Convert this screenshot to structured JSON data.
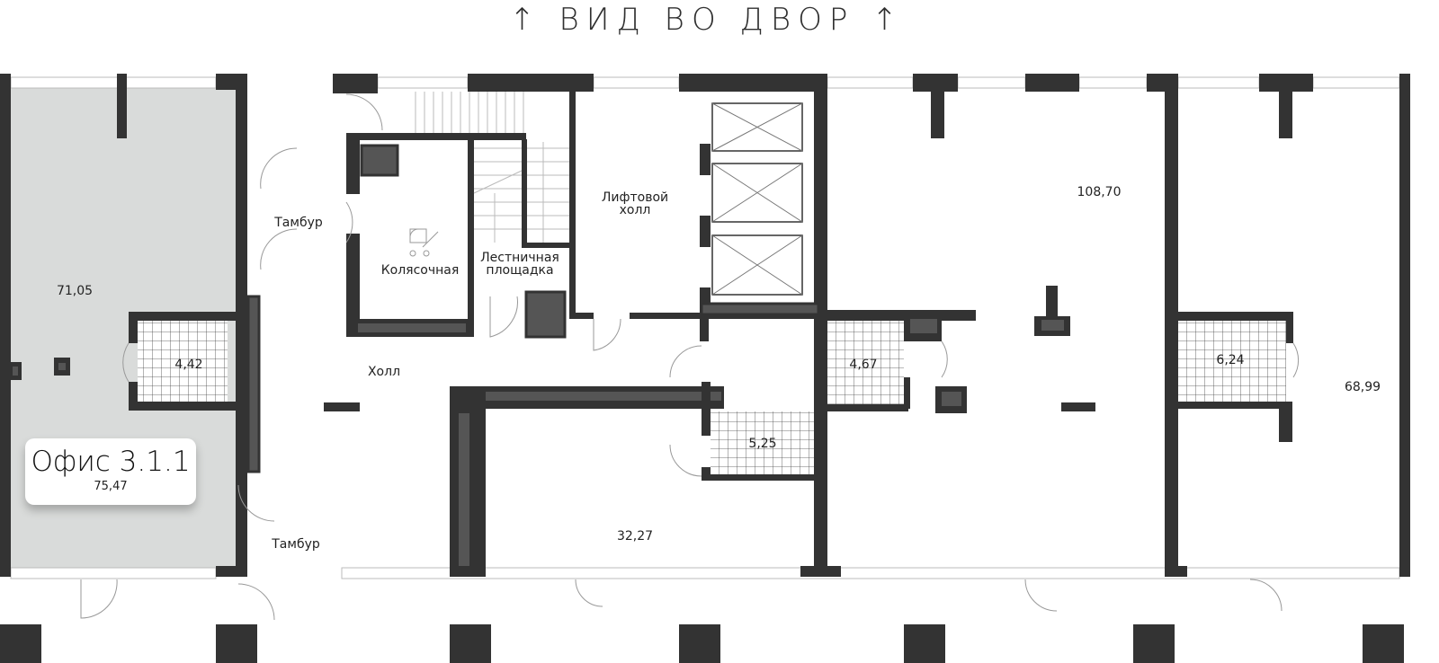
{
  "header": {
    "arrow_left": "↑",
    "title": "ВИД ВО ДВОР",
    "arrow_right": "↑"
  },
  "office_card": {
    "name": "Офис 3.1.1",
    "area": "75,47"
  },
  "rooms": {
    "office_main": "71,05",
    "office_wc": "4,42",
    "tambur_top": "Тамбур",
    "stroller_room": "Колясочная",
    "stair_landing_1": "Лестничная",
    "stair_landing_2": "площадка",
    "lift_hall_1": "Лифтовой",
    "lift_hall_2": "холл",
    "hall": "Холл",
    "tambur_bottom": "Тамбур",
    "room_large": "108,70",
    "wc_467": "4,67",
    "wc_525": "5,25",
    "wc_624": "6,24",
    "room_right": "68,99",
    "room_bottom": "32,27"
  },
  "colors": {
    "wall": "#333333",
    "fill_dark": "#555555",
    "office_highlight": "#d9dbda"
  }
}
